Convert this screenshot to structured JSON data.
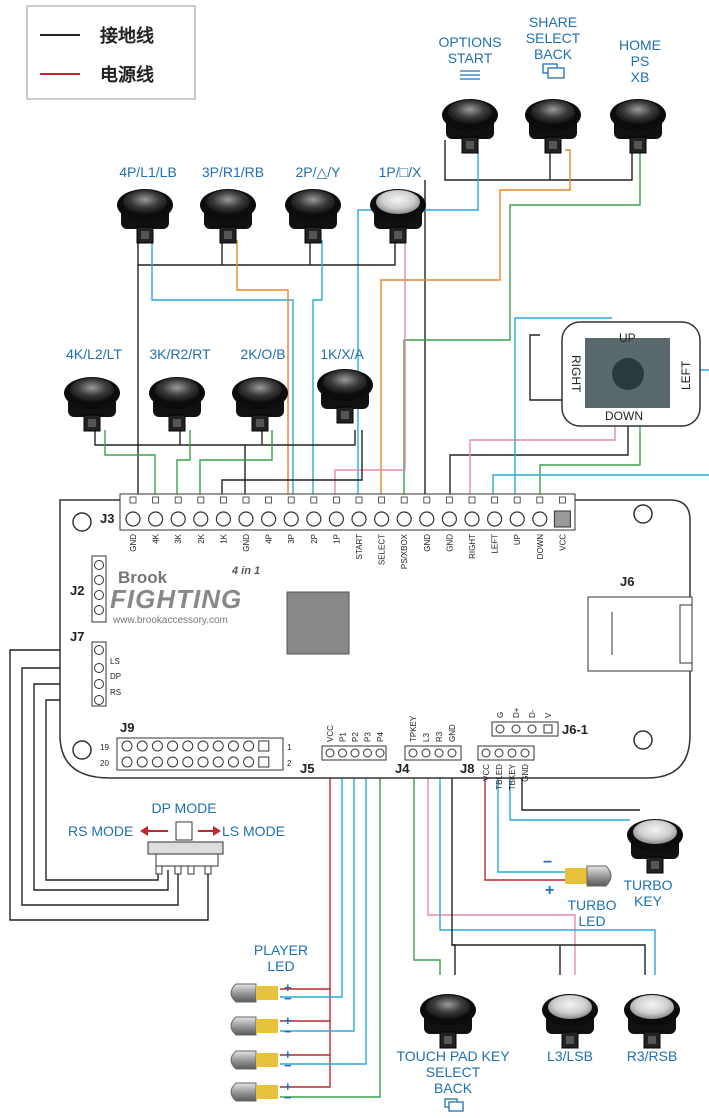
{
  "legend": {
    "ground": "接地线",
    "power": "电源线"
  },
  "colors": {
    "ground": "#222222",
    "power": "#c1272d",
    "blue": "#1f6fb2",
    "orange": "#e8862a",
    "pink": "#e889b4",
    "green": "#3aa04a",
    "cyan": "#2aa9d8",
    "red": "#c1272d"
  },
  "board": {
    "brand": "Brook",
    "product": "FIGHTING",
    "badge": "4 in 1",
    "url": "www.brookaccessory.com",
    "j3": "J3",
    "j2": "J2",
    "j7": "J7",
    "j9": "J9",
    "j5": "J5",
    "j4": "J4",
    "j8": "J8",
    "j6": "J6",
    "j61": "J6-1",
    "j3_pins": [
      "GND",
      "4K",
      "3K",
      "2K",
      "1K",
      "GND",
      "4P",
      "3P",
      "2P",
      "1P",
      "START",
      "SELECT",
      "PS/XBOX",
      "GND",
      "GND",
      "RIGHT",
      "LEFT",
      "UP",
      "DOWN",
      "VCC"
    ],
    "j7_pins": [
      "LS",
      "DP",
      "RS"
    ],
    "j9_left_top": "19",
    "j9_left_bottom": "20",
    "j9_right_top": "1",
    "j9_right_bottom": "2",
    "j5_pins": [
      "VCC",
      "P1",
      "P2",
      "P3",
      "P4"
    ],
    "j4_pins": [
      "TPKEY",
      "L3",
      "R3",
      "GND"
    ],
    "j8_pins": [
      "VCC",
      "TBLED",
      "TBKEY",
      "GND"
    ],
    "j61_pins": [
      "G",
      "D+",
      "D-",
      "V"
    ]
  },
  "buttons": {
    "options": [
      "OPTIONS",
      "START"
    ],
    "share": [
      "SHARE",
      "SELECT",
      "BACK"
    ],
    "home": [
      "HOME",
      "PS",
      "XB"
    ],
    "p4": "4P/L1/LB",
    "p3": "3P/R1/RB",
    "p2": "2P/△/Y",
    "p1": "1P/□/X",
    "k4": "4K/L2/LT",
    "k3": "3K/R2/RT",
    "k2": "2K/O/B",
    "k1": "1K/X/A"
  },
  "joystick": {
    "up": "UP",
    "down": "DOWN",
    "left": "LEFT",
    "right": "RIGHT"
  },
  "mode_switch": {
    "dp": "DP MODE",
    "rs": "RS MODE",
    "ls": "LS MODE"
  },
  "player_led": [
    "PLAYER",
    "LED"
  ],
  "turbo_led": [
    "TURBO",
    "LED"
  ],
  "turbo_key": [
    "TURBO",
    "KEY"
  ],
  "touchpad": [
    "TOUCH PAD KEY",
    "SELECT",
    "BACK"
  ],
  "l3": "L3/LSB",
  "r3": "R3/RSB",
  "plus": "+",
  "minus": "−"
}
